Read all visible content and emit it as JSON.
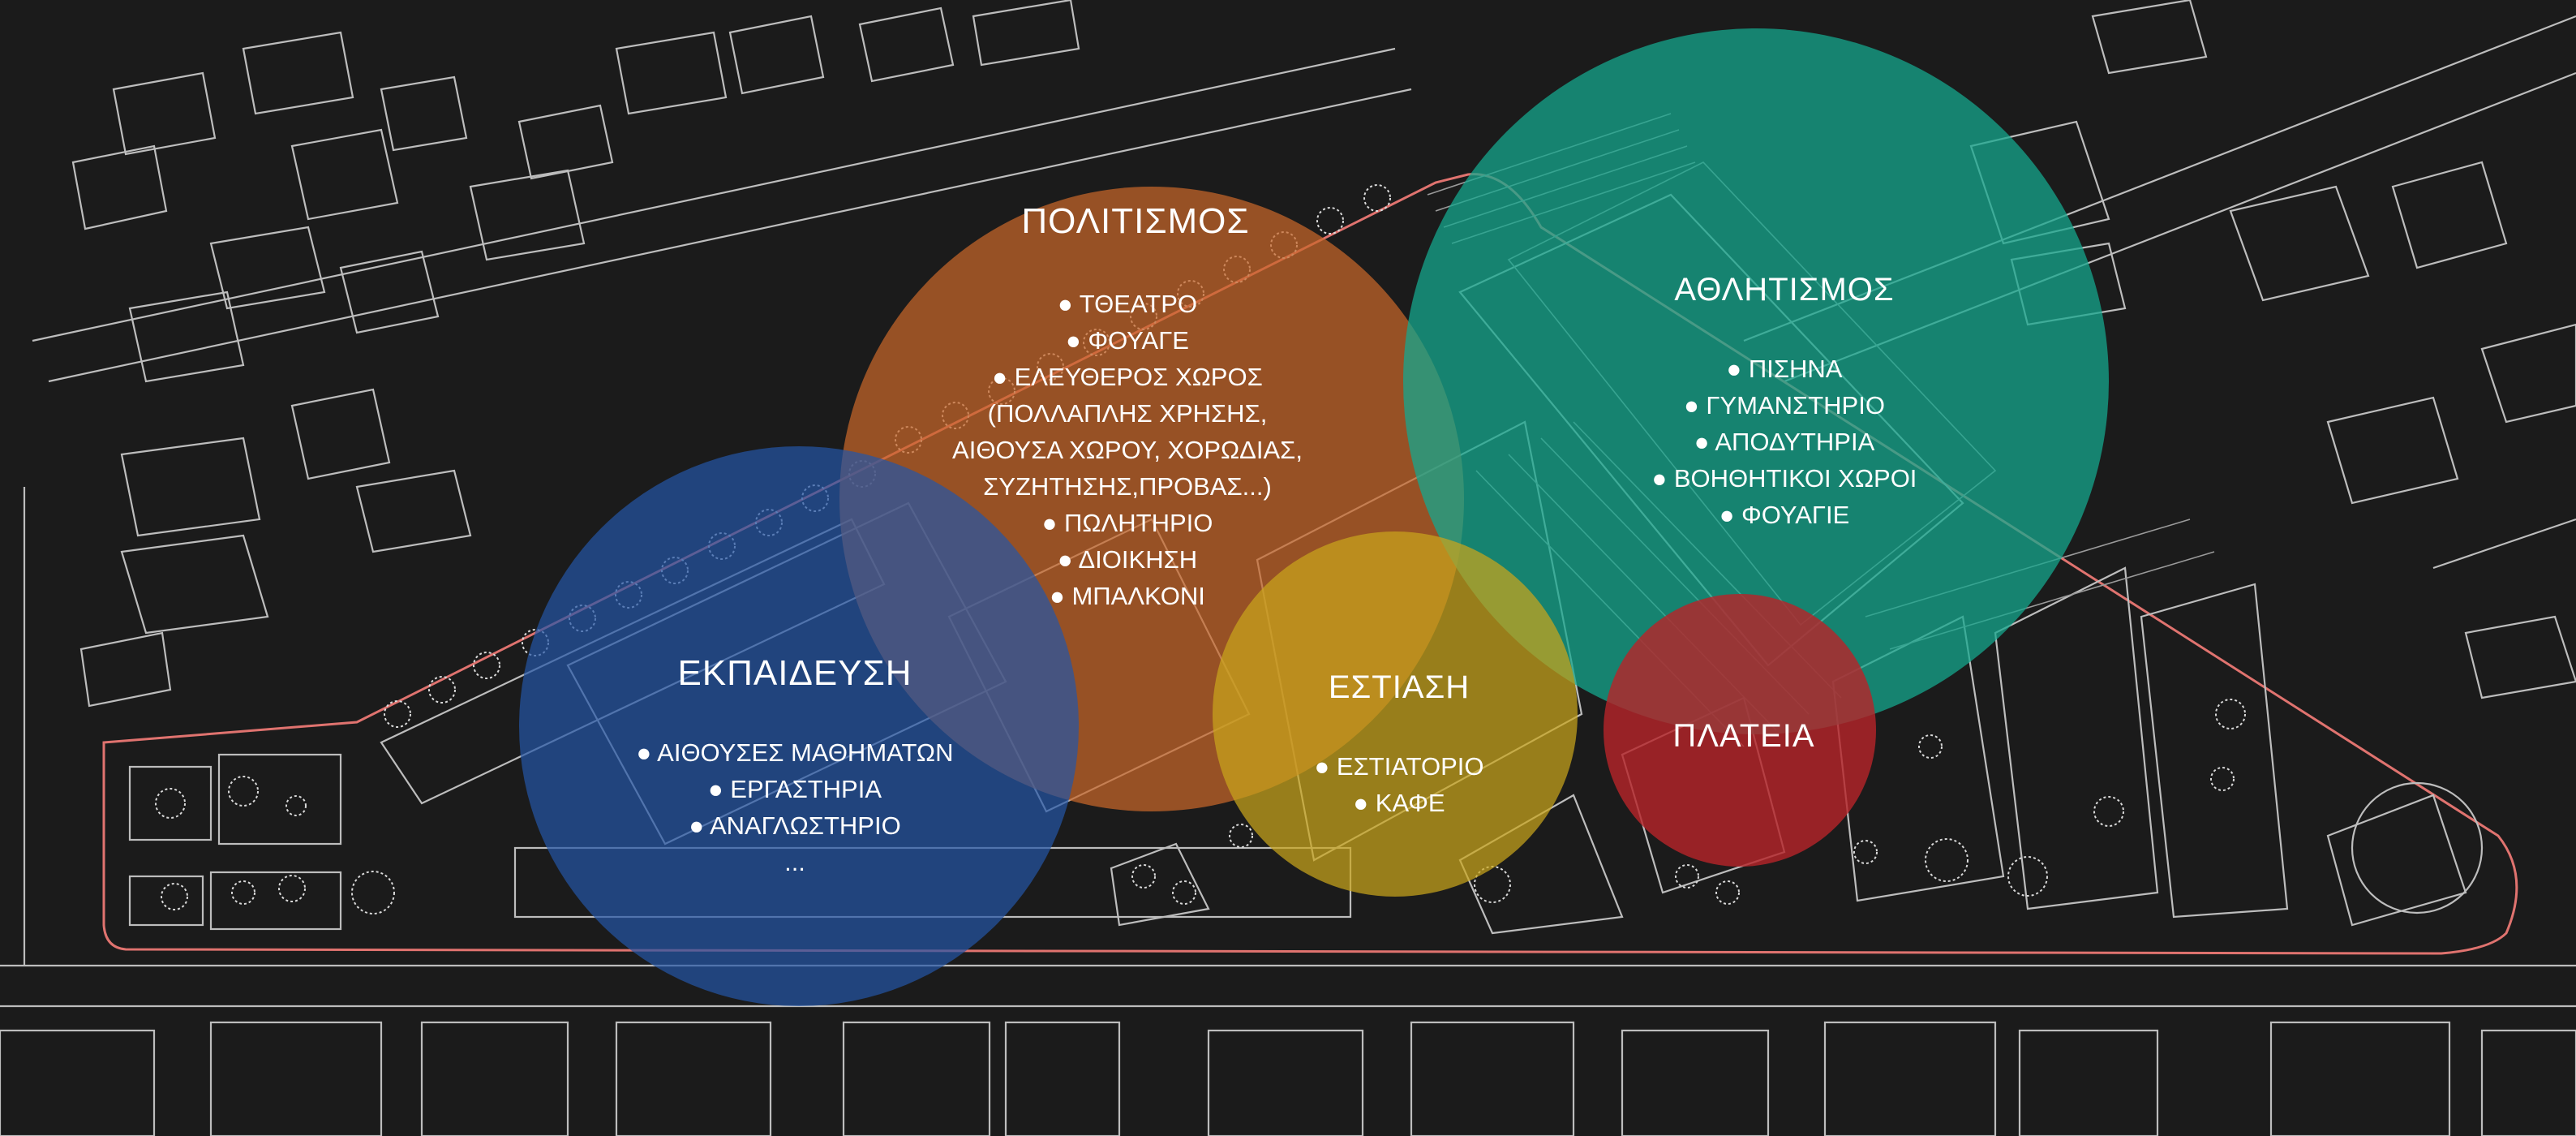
{
  "zones": {
    "culture": {
      "title": "ΠΟΛΙΤΙΣΜΟΣ",
      "color": "#c8672a",
      "items": [
        "● ΤΘΕΑΤΡΟ",
        "● ΦΟΥΑΓΕ",
        "● ΕΛΕΥΘΕΡΟΣ ΧΩΡΟΣ",
        "(ΠΟΛΛΑΠΛΗΣ ΧΡΗΣΗΣ,",
        "ΑΙΘΟΥΣΑ ΧΩΡΟΥ, ΧΟΡΩΔΙΑΣ,",
        "ΣΥΖΗΤΗΣΗΣ,ΠΡΟΒΑΣ...)",
        "● ΠΩΛΗΤΗΡΙΟ",
        "● ΔΙΟΙΚΗΣΗ",
        "● ΜΠΑΛΚΟΝΙ"
      ]
    },
    "sports": {
      "title": "ΑΘΛΗΤΙΣΜΟΣ",
      "color": "#16a78d",
      "items": [
        "● ΠΙΣΗΝΑ",
        "● ΓΥΜΑΝΣΤΗΡΙΟ",
        "● ΑΠΟΔΥΤΗΡΙΑ",
        "● ΒΟΗΘΗΤΙΚΟΙ ΧΩΡΟΙ",
        "● ΦΟΥΑΓΙΕ"
      ]
    },
    "education": {
      "title": "ΕΚΠΑΙΔΕΥΣΗ",
      "color": "#2456a6",
      "items": [
        "● ΑΙΘΟΥΣΕΣ ΜΑΘΗΜΑΤΩΝ",
        "● ΕΡΓΑΣΤΗΡΙΑ",
        "● ΑΝΑΓΛΩΣΤΗΡΙΟ",
        "..."
      ]
    },
    "dining": {
      "title": "ΕΣΤΙΑΣΗ",
      "color": "#c9a51c",
      "items": [
        "● ΕΣΤΙΑΤΟΡΙΟ",
        "● ΚΑΦΕ"
      ]
    },
    "square": {
      "title": "ΠΛΑΤΕΙΑ",
      "color": "#b4242a",
      "items": []
    }
  },
  "colors": {
    "background": "#1b1b1b",
    "plan_lines": "#bdbdbd",
    "site_boundary": "#e0736f",
    "label_text": "#ffffff"
  }
}
